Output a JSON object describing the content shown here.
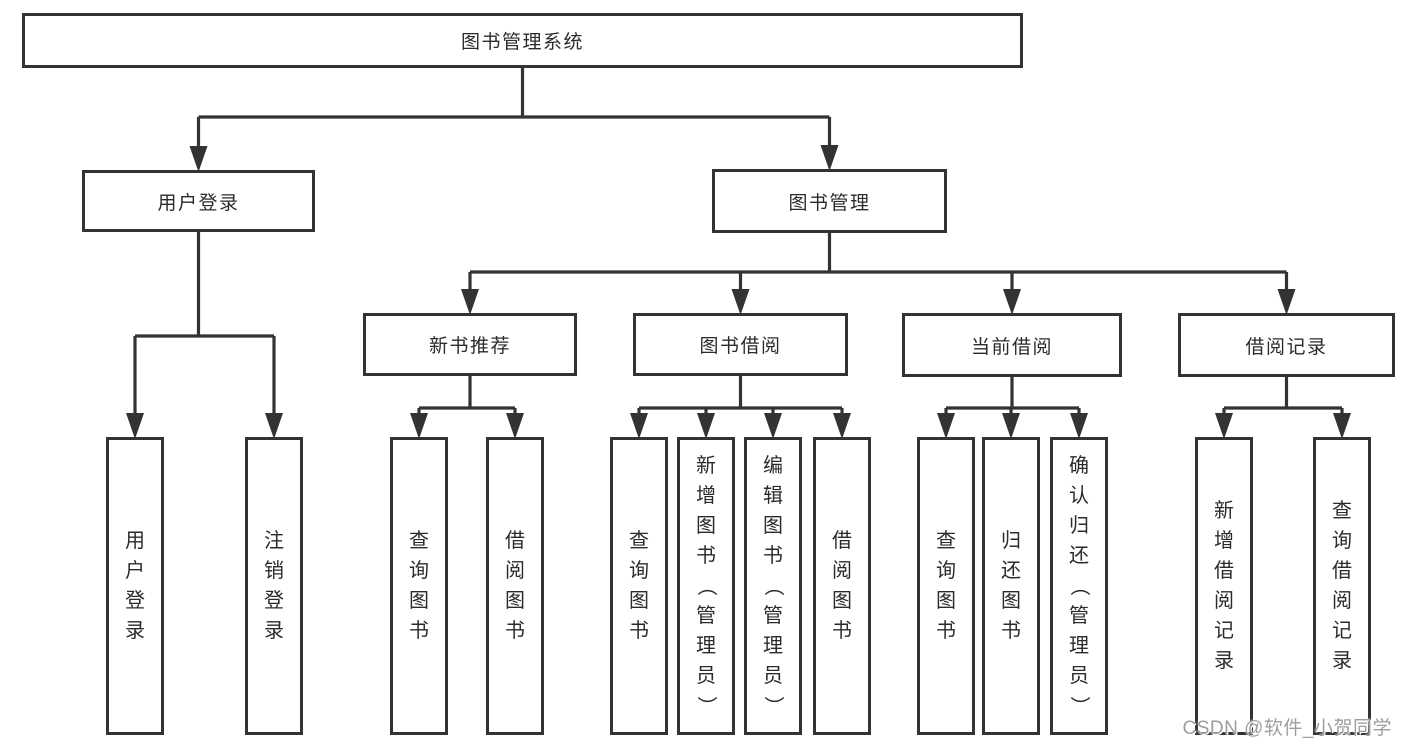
{
  "diagram": {
    "line_color": "#333333",
    "box_background": "#ffffff",
    "text_color": "#2b2b2b",
    "nodes": [
      {
        "id": "system",
        "label": "图书管理系统",
        "parent": null,
        "orientation": "horizontal"
      },
      {
        "id": "user-login",
        "label": "用户登录",
        "parent": "system",
        "orientation": "horizontal"
      },
      {
        "id": "book-management",
        "label": "图书管理",
        "parent": "system",
        "orientation": "horizontal"
      },
      {
        "id": "new-book-recommend",
        "label": "新书推荐",
        "parent": "book-management",
        "orientation": "horizontal"
      },
      {
        "id": "book-borrow",
        "label": "图书借阅",
        "parent": "book-management",
        "orientation": "horizontal"
      },
      {
        "id": "current-borrow",
        "label": "当前借阅",
        "parent": "book-management",
        "orientation": "horizontal"
      },
      {
        "id": "borrow-records",
        "label": "借阅记录",
        "parent": "book-management",
        "orientation": "horizontal"
      },
      {
        "id": "user-login-leaf",
        "label": "用户登录",
        "parent": "user-login",
        "orientation": "vertical"
      },
      {
        "id": "logout-leaf",
        "label": "注销登录",
        "parent": "user-login",
        "orientation": "vertical"
      },
      {
        "id": "query-books-recommend",
        "label": "查询图书",
        "parent": "new-book-recommend",
        "orientation": "vertical"
      },
      {
        "id": "borrow-books-recommend",
        "label": "借阅图书",
        "parent": "new-book-recommend",
        "orientation": "vertical"
      },
      {
        "id": "query-books-borrow",
        "label": "查询图书",
        "parent": "book-borrow",
        "orientation": "vertical"
      },
      {
        "id": "add-books-admin",
        "label": "新增图书（管理员）",
        "parent": "book-borrow",
        "orientation": "vertical"
      },
      {
        "id": "edit-books-admin",
        "label": "编辑图书（管理员）",
        "parent": "book-borrow",
        "orientation": "vertical"
      },
      {
        "id": "borrow-books-borrow",
        "label": "借阅图书",
        "parent": "book-borrow",
        "orientation": "vertical"
      },
      {
        "id": "query-books-current",
        "label": "查询图书",
        "parent": "current-borrow",
        "orientation": "vertical"
      },
      {
        "id": "return-books",
        "label": "归还图书",
        "parent": "current-borrow",
        "orientation": "vertical"
      },
      {
        "id": "confirm-return-admin",
        "label": "确认归还（管理员）",
        "parent": "current-borrow",
        "orientation": "vertical"
      },
      {
        "id": "add-borrow-record",
        "label": "新增借阅记录",
        "parent": "borrow-records",
        "orientation": "vertical"
      },
      {
        "id": "query-borrow-record",
        "label": "查询借阅记录",
        "parent": "borrow-records",
        "orientation": "vertical"
      }
    ]
  },
  "watermark": {
    "text": "CSDN @软件_小贺同学"
  }
}
